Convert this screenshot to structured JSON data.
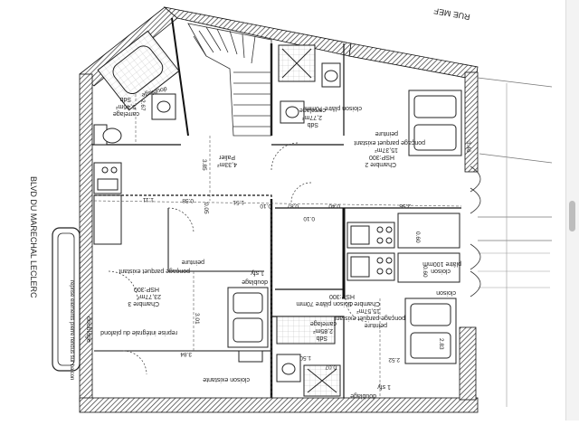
{
  "plan": {
    "street_top": "RUE MEF",
    "boulevard": "BLVD DU MARECHAL LECLERC",
    "balcony_note": "reprise elements pierre fendus sur balcon",
    "rooms": {
      "sdb1": {
        "name": "Sdb",
        "area": "5,46m²",
        "finish": "carrelage"
      },
      "sdb2": {
        "name": "Sdb",
        "area": "2,77m²",
        "finish": "carrelage"
      },
      "sdb3": {
        "name": "Sdb",
        "area": "2,85m²",
        "finish": "carrelage"
      },
      "palier": {
        "name": "Palier",
        "area": "4,33m²"
      },
      "chambre2": {
        "name": "Chambre 2",
        "area": "15,37m²",
        "hsp": "HSP:300"
      },
      "chambre3": {
        "name": "Chambre 3",
        "area": "23,77m²",
        "hsp": "HSP:300"
      },
      "chambre1": {
        "name": "Chambre 1",
        "area": "15,57m²",
        "hsp": "HSP:300"
      }
    },
    "notes": {
      "cloison_platre_1": "cloison plâtre 70mm",
      "cloison_platre_2": "cloison plâtre 70mm",
      "poncage_1": "ponçage parquet existant",
      "poncage_2": "ponçage parquet existant",
      "poncage_3": "ponçage parquet existant",
      "peinture_1": "peinture",
      "peinture_2": "peinture",
      "peinture_3": "peinture",
      "doublage_1": "doublage",
      "doublage_2": "doublage",
      "doublage_3": "doublage",
      "doublage_4": "doublage",
      "sfy_1": "1 sfy",
      "sfy_2": "1 sfy",
      "plafond": "reprise intégrale du plafond",
      "cloison_existante": "cloison existante",
      "cloison_right": "cloison",
      "platre_100": "plâtre 100mm",
      "cloison_100": "cloison"
    },
    "dimensions": {
      "d_2_67": "2.67",
      "d_3_85": "3.85",
      "d_3_46": "3.46",
      "d_1_11": "1.11",
      "d_0_58": "0.58",
      "d_0_05": "0.05",
      "d_1_51": "1.51",
      "d_0_10a": "0.10",
      "d_0_87": "0.87",
      "d_0_10b": "0.10",
      "d_0_40": "0.40",
      "d_2_56": "2.56",
      "d_0_60a": "0.60",
      "d_0_60b": "0.60",
      "d_3_01": "3.01",
      "d_3_84": "3.84",
      "d_2_83": "2.83",
      "d_2_52": "2.52",
      "d_1_50": "1.50",
      "d_0_07": "0.07"
    }
  }
}
